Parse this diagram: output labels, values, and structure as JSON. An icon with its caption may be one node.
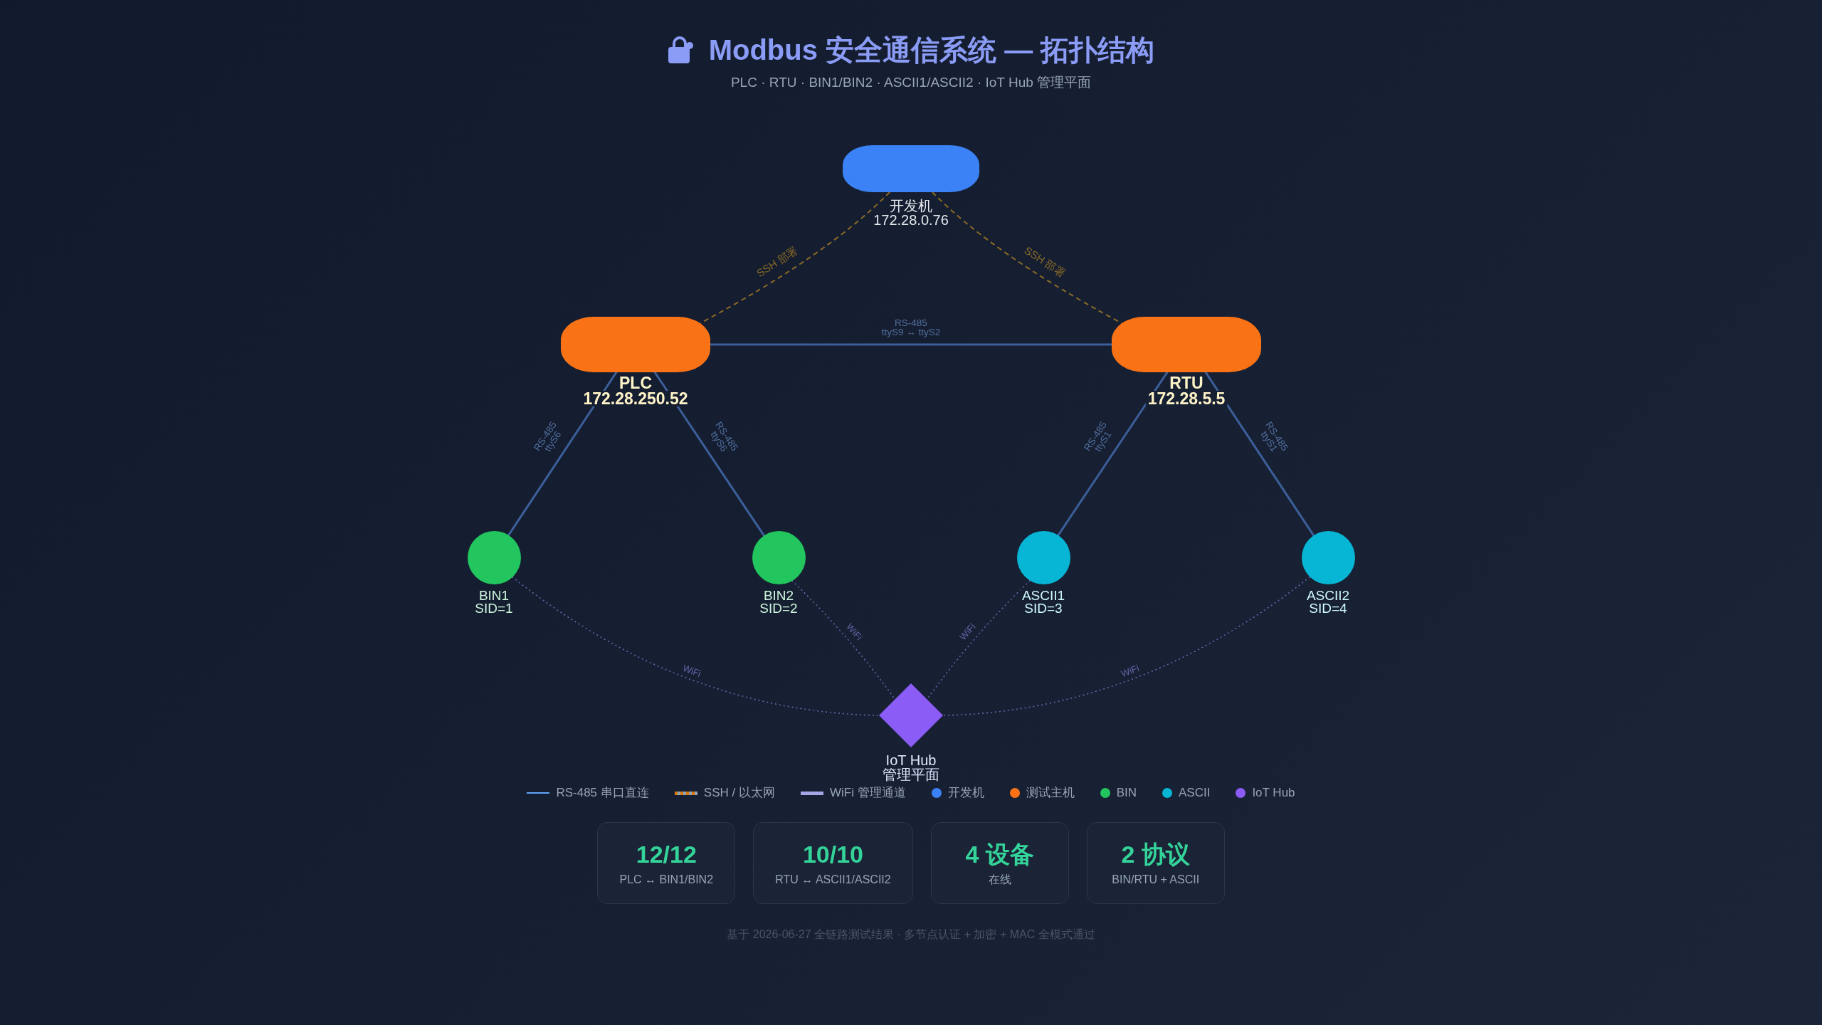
{
  "diagram": {
    "title": "Modbus 安全通信系统 — 拓扑结构",
    "caption": "基于 2026-06-27 全链路测试结果 · 多节点认证 + 加密 + MAC 全模式通过",
    "nodes": [
      {
        "text": [
          "开发机",
          "172.28.0.76"
        ]
      },
      {
        "text": [
          "PLC",
          "172.28.250.52"
        ]
      },
      {
        "text": [
          "RTU",
          "172.28.5.5"
        ]
      },
      {
        "text": [
          "BIN1",
          "SID=1"
        ]
      },
      {
        "text": [
          "BIN2",
          "SID=2"
        ]
      },
      {
        "text": [
          "ASCII1",
          "SID=3"
        ]
      },
      {
        "text": [
          "ASCII2",
          "SID=4"
        ]
      },
      {
        "text": [
          "IoT Hub",
          "管理平面"
        ]
      },
      {
        "text": [
          "12/12",
          "PLC ↔ BIN1/BIN2"
        ]
      },
      {
        "text": [
          "10/10",
          "RTU ↔ ASCII1/ASCII2"
        ]
      },
      {
        "text": [
          "4 设备",
          "在线"
        ]
      },
      {
        "text": [
          "2 协议",
          "BIN/RTU + ASCII"
        ]
      }
    ],
    "edges": [
      {
        "from": 0,
        "to": 1,
        "arrow": "none",
        "label": "SSH 部署",
        "style": "dashed",
        "color": "#8a6a26"
      },
      {
        "from": 0,
        "to": 2,
        "arrow": "none",
        "label": "SSH 部署",
        "style": "dashed",
        "color": "#8a6a26"
      },
      {
        "from": 1,
        "to": 2,
        "arrow": "none",
        "label": "RS-485 ttyS9 ↔ ttyS2"
      },
      {
        "from": 1,
        "to": 3,
        "arrow": "none",
        "label": "RS-485 ttyS6"
      },
      {
        "from": 1,
        "to": 4,
        "arrow": "none",
        "label": "RS-485 ttyS6"
      },
      {
        "from": 2,
        "to": 5,
        "arrow": "none",
        "label": "RS-485 ttyS1"
      },
      {
        "from": 2,
        "to": 6,
        "arrow": "none",
        "label": "RS-485 ttyS1"
      },
      {
        "from": 3,
        "to": 7,
        "arrow": "none",
        "label": "WiFi",
        "style": "dashed",
        "color": "#6466a8"
      },
      {
        "from": 4,
        "to": 7,
        "arrow": "none",
        "label": "WiFi",
        "style": "dashed",
        "color": "#6466a8"
      },
      {
        "from": 5,
        "to": 7,
        "arrow": "none",
        "label": "WiFi",
        "style": "dashed",
        "color": "#6466a8"
      },
      {
        "from": 6,
        "to": 7,
        "arrow": "none",
        "label": "WiFi",
        "style": "dashed",
        "color": "#6466a8"
      }
    ],
    "labels": [
      "PLC · RTU · BIN1/BIN2 · ASCII1/ASCII2 · IoT Hub 管理平面"
    ],
    "legend": [
      {
        "text": "RS-485 串口直连"
      },
      {
        "text": "SSH / 以太网"
      },
      {
        "text": "WiFi 管理通道"
      },
      {
        "text": "开发机",
        "color": "#3b82f6"
      },
      {
        "text": "测试主机",
        "color": "#f97316"
      },
      {
        "text": "BIN",
        "color": "#22c55e"
      },
      {
        "text": "ASCII",
        "color": "#06b6d4"
      },
      {
        "text": "IoT Hub",
        "color": "#8b5cf6"
      }
    ]
  }
}
